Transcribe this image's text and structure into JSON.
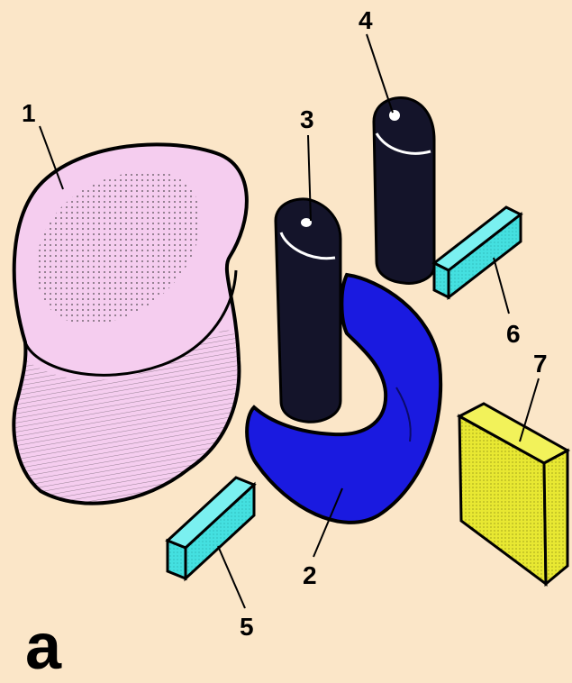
{
  "figure": {
    "panel_letter": "a",
    "labels": [
      {
        "id": "1",
        "text": "1"
      },
      {
        "id": "2",
        "text": "2"
      },
      {
        "id": "3",
        "text": "3"
      },
      {
        "id": "4",
        "text": "4"
      },
      {
        "id": "5",
        "text": "5"
      },
      {
        "id": "6",
        "text": "6"
      },
      {
        "id": "7",
        "text": "7"
      }
    ]
  },
  "colors": {
    "background": "#fbe6c8",
    "part1_fill": "#f5cdef",
    "part2_fill": "#1a1ae0",
    "part3_4_fill": "#14142a",
    "part5_6_fill": "#44e0e0",
    "part7_fill": "#e8e832",
    "outline": "#000000"
  }
}
